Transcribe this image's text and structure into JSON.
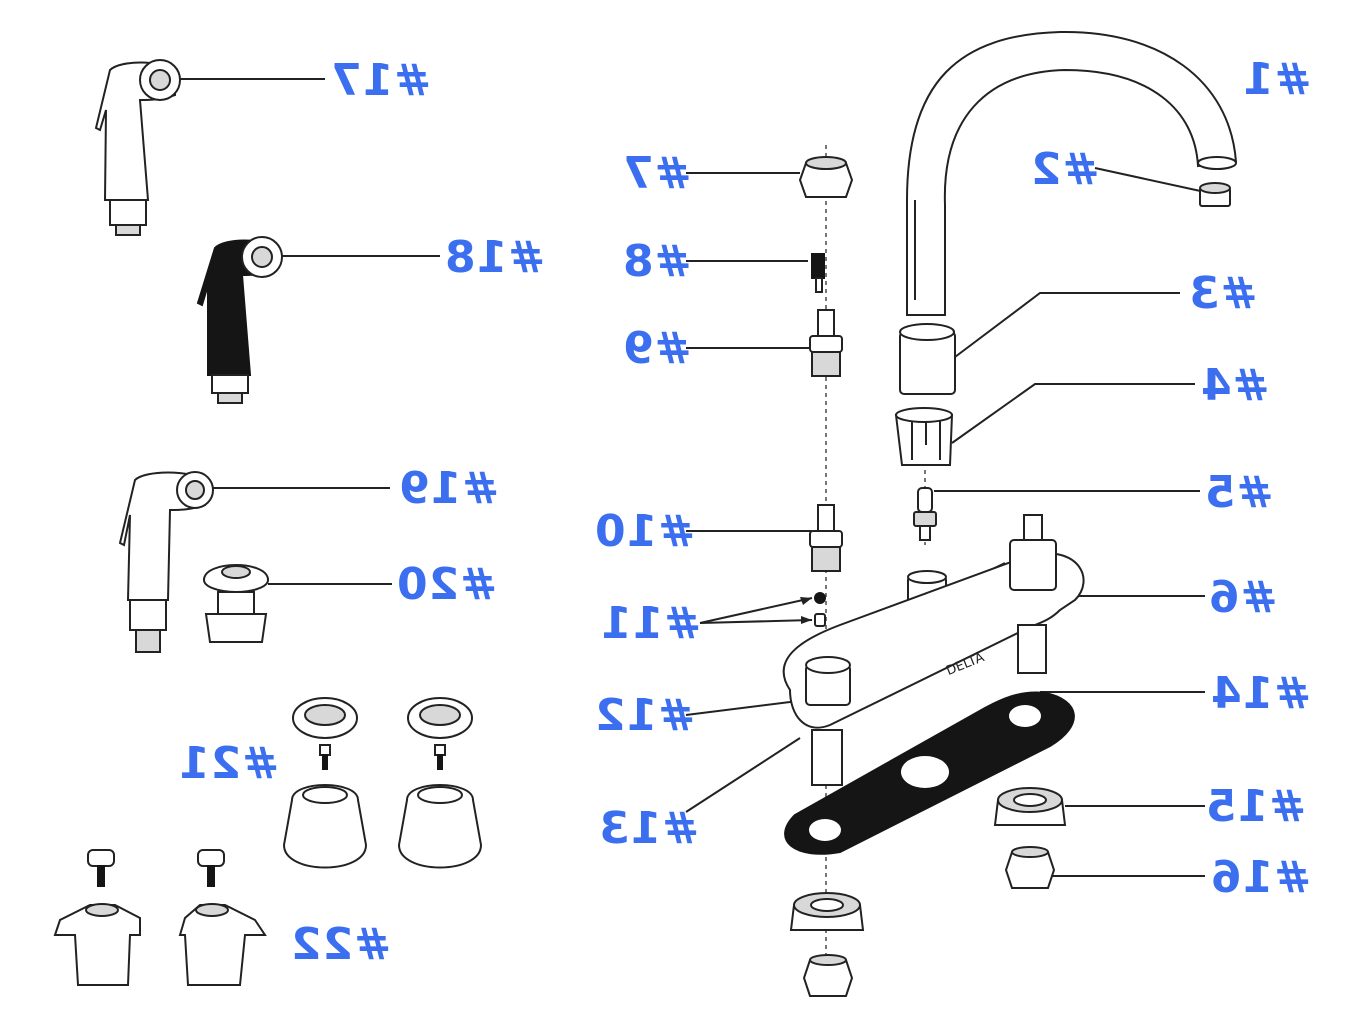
{
  "diagram": {
    "labels": [
      {
        "id": "p1",
        "text": "#1"
      },
      {
        "id": "p2",
        "text": "#2"
      },
      {
        "id": "p3",
        "text": "#3"
      },
      {
        "id": "p4",
        "text": "#4"
      },
      {
        "id": "p5",
        "text": "#5"
      },
      {
        "id": "p6",
        "text": "#6"
      },
      {
        "id": "p7",
        "text": "#7"
      },
      {
        "id": "p8",
        "text": "#8"
      },
      {
        "id": "p9",
        "text": "#9"
      },
      {
        "id": "p10",
        "text": "#10"
      },
      {
        "id": "p11",
        "text": "#11"
      },
      {
        "id": "p12",
        "text": "#12"
      },
      {
        "id": "p13",
        "text": "#13"
      },
      {
        "id": "p14",
        "text": "#14"
      },
      {
        "id": "p15",
        "text": "#15"
      },
      {
        "id": "p16",
        "text": "#16"
      },
      {
        "id": "p17",
        "text": "#17"
      },
      {
        "id": "p18",
        "text": "#18"
      },
      {
        "id": "p19",
        "text": "#19"
      },
      {
        "id": "p20",
        "text": "#20"
      },
      {
        "id": "p21",
        "text": "#21"
      },
      {
        "id": "p22",
        "text": "#22"
      }
    ],
    "plate_imprint": "DELTA",
    "colors": {
      "label": "#3b6ff0",
      "line": "#222222",
      "gasket": "#151515"
    }
  }
}
